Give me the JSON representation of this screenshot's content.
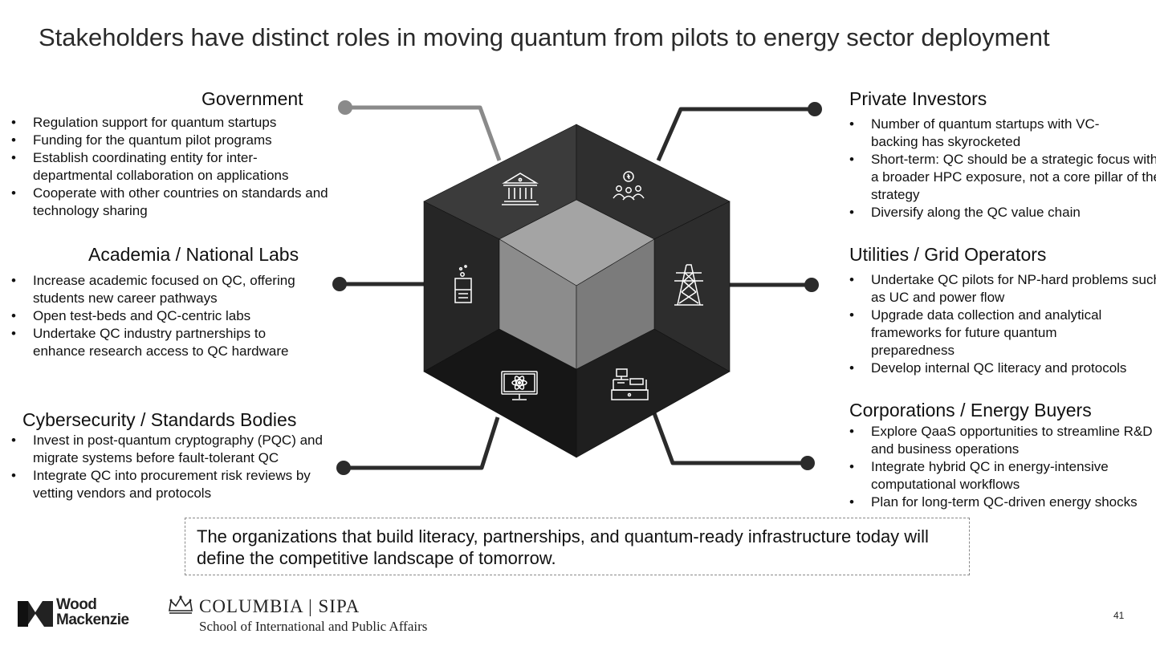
{
  "title": "Stakeholders have distinct roles in moving quantum from pilots to energy sector deployment",
  "stakeholders": {
    "government": {
      "heading": "Government",
      "icon": "government-building-icon",
      "bullets": [
        "Regulation support for quantum startups",
        "Funding for the quantum pilot programs",
        "Establish coordinating entity for inter-departmental collaboration on applications",
        "Cooperate with other countries on standards and technology sharing"
      ]
    },
    "academia": {
      "heading": "Academia / National Labs",
      "icon": "beaker-icon",
      "bullets": [
        "Increase academic focused on QC, offering students new career pathways",
        "Open test-beds and QC-centric labs",
        "Undertake QC industry partnerships to enhance research access to QC hardware"
      ]
    },
    "cybersecurity": {
      "heading": "Cybersecurity / Standards Bodies",
      "icon": "monitor-atom-icon",
      "bullets": [
        "Invest in post-quantum cryptography (PQC) and migrate systems before fault-tolerant QC",
        "Integrate QC into procurement risk reviews by vetting vendors and protocols"
      ]
    },
    "investors": {
      "heading": "Private Investors",
      "icon": "investor-people-icon",
      "bullets": [
        "Number of quantum startups with VC-backing has skyrocketed",
        "Short-term: QC should be a strategic focus within a broader HPC exposure, not a core pillar of the strategy",
        "Diversify along the QC value chain"
      ]
    },
    "utilities": {
      "heading": "Utilities / Grid Operators",
      "icon": "transmission-tower-icon",
      "bullets": [
        "Undertake QC pilots for NP-hard problems such as UC and power flow",
        "Upgrade data collection and analytical frameworks for future quantum preparedness",
        "Develop internal QC literacy and protocols"
      ]
    },
    "corporations": {
      "heading": "Corporations / Energy Buyers",
      "icon": "cash-register-icon",
      "bullets": [
        "Explore QaaS opportunities to streamline R&D and business operations",
        "Integrate hybrid QC in energy-intensive computational workflows",
        "Plan for long-term QC-driven energy shocks"
      ]
    }
  },
  "callout": "The organizations that build literacy, partnerships, and quantum-ready infrastructure today will define the competitive landscape of tomorrow.",
  "footer": {
    "wm_line1": "Wood",
    "wm_line2": "Mackenzie",
    "columbia": "COLUMBIA | SIPA",
    "columbia_sub": "School of International and Public Affairs",
    "page_number": "41"
  },
  "colors": {
    "connector_government": "#8a8a8a",
    "connector_other": "#2b2b2b",
    "face_top_left": "#3b3b3b",
    "face_top_right": "#2f2f2f",
    "face_left": "#262626",
    "face_right": "#2d2d2d",
    "face_bottom_left": "#161616",
    "face_bottom_right": "#1f1f1f",
    "inner_top": "#a4a4a4",
    "inner_left": "#8c8c8c",
    "inner_right": "#7b7b7b"
  }
}
